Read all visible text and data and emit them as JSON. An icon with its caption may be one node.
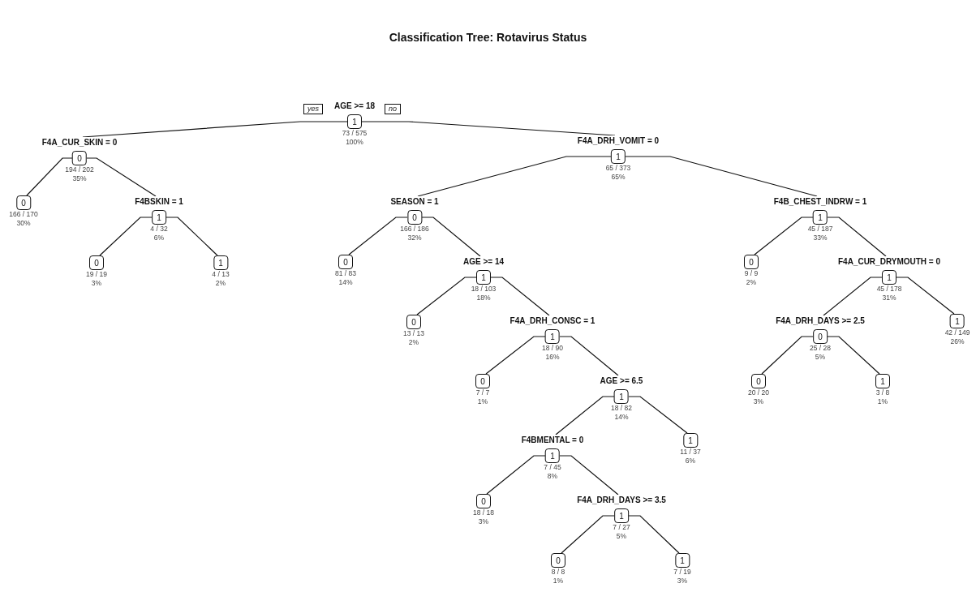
{
  "diagram": {
    "title": "Classification Tree: Rotavirus Status",
    "nodes": [
      {
        "text": [
          "AGE >= 18",
          "1",
          "73 / 575",
          "100%"
        ]
      },
      {
        "text": [
          "F4A_CUR_SKIN = 0",
          "0",
          "194 / 202",
          "35%"
        ]
      },
      {
        "text": [
          "0",
          "166 / 170",
          "30%"
        ]
      },
      {
        "text": [
          "F4BSKIN = 1",
          "1",
          "4 / 32",
          "6%"
        ]
      },
      {
        "text": [
          "0",
          "19 / 19",
          "3%"
        ]
      },
      {
        "text": [
          "1",
          "4 / 13",
          "2%"
        ]
      },
      {
        "text": [
          "F4A_DRH_VOMIT = 0",
          "1",
          "65 / 373",
          "65%"
        ]
      },
      {
        "text": [
          "SEASON = 1",
          "0",
          "166 / 186",
          "32%"
        ]
      },
      {
        "text": [
          "0",
          "81 / 83",
          "14%"
        ]
      },
      {
        "text": [
          "AGE >= 14",
          "1",
          "18 / 103",
          "18%"
        ]
      },
      {
        "text": [
          "0",
          "13 / 13",
          "2%"
        ]
      },
      {
        "text": [
          "F4A_DRH_CONSC = 1",
          "1",
          "18 / 90",
          "16%"
        ]
      },
      {
        "text": [
          "0",
          "7 / 7",
          "1%"
        ]
      },
      {
        "text": [
          "AGE >= 6.5",
          "1",
          "18 / 82",
          "14%"
        ]
      },
      {
        "text": [
          "F4BMENTAL = 0",
          "1",
          "7 / 45",
          "8%"
        ]
      },
      {
        "text": [
          "0",
          "18 / 18",
          "3%"
        ]
      },
      {
        "text": [
          "F4A_DRH_DAYS >= 3.5",
          "1",
          "7 / 27",
          "5%"
        ]
      },
      {
        "text": [
          "0",
          "8 / 8",
          "1%"
        ]
      },
      {
        "text": [
          "1",
          "7 / 19",
          "3%"
        ]
      },
      {
        "text": [
          "1",
          "11 / 37",
          "6%"
        ]
      },
      {
        "text": [
          "F4B_CHEST_INDRW = 1",
          "1",
          "45 / 187",
          "33%"
        ]
      },
      {
        "text": [
          "0",
          "9 / 9",
          "2%"
        ]
      },
      {
        "text": [
          "F4A_CUR_DRYMOUTH = 0",
          "1",
          "45 / 178",
          "31%"
        ]
      },
      {
        "text": [
          "F4A_DRH_DAYS >= 2.5",
          "0",
          "25 / 28",
          "5%"
        ]
      },
      {
        "text": [
          "0",
          "20 / 20",
          "3%"
        ]
      },
      {
        "text": [
          "1",
          "3 / 8",
          "1%"
        ]
      },
      {
        "text": [
          "1",
          "42 / 149",
          "26%"
        ]
      }
    ],
    "edges": [
      {
        "from": 0,
        "to": 1,
        "arrow": "none"
      },
      {
        "from": 1,
        "to": 2,
        "arrow": "none"
      },
      {
        "from": 1,
        "to": 3,
        "arrow": "none"
      },
      {
        "from": 3,
        "to": 4,
        "arrow": "none"
      },
      {
        "from": 3,
        "to": 5,
        "arrow": "none"
      },
      {
        "from": 0,
        "to": 6,
        "arrow": "none"
      },
      {
        "from": 6,
        "to": 7,
        "arrow": "none"
      },
      {
        "from": 7,
        "to": 8,
        "arrow": "none"
      },
      {
        "from": 7,
        "to": 9,
        "arrow": "none"
      },
      {
        "from": 9,
        "to": 10,
        "arrow": "none"
      },
      {
        "from": 9,
        "to": 11,
        "arrow": "none"
      },
      {
        "from": 11,
        "to": 12,
        "arrow": "none"
      },
      {
        "from": 11,
        "to": 13,
        "arrow": "none"
      },
      {
        "from": 13,
        "to": 14,
        "arrow": "none"
      },
      {
        "from": 14,
        "to": 15,
        "arrow": "none"
      },
      {
        "from": 14,
        "to": 16,
        "arrow": "none"
      },
      {
        "from": 16,
        "to": 17,
        "arrow": "none"
      },
      {
        "from": 16,
        "to": 18,
        "arrow": "none"
      },
      {
        "from": 13,
        "to": 19,
        "arrow": "none"
      },
      {
        "from": 6,
        "to": 20,
        "arrow": "none"
      },
      {
        "from": 20,
        "to": 21,
        "arrow": "none"
      },
      {
        "from": 20,
        "to": 22,
        "arrow": "none"
      },
      {
        "from": 22,
        "to": 23,
        "arrow": "none"
      },
      {
        "from": 23,
        "to": 24,
        "arrow": "none"
      },
      {
        "from": 23,
        "to": 25,
        "arrow": "none"
      },
      {
        "from": 22,
        "to": 26,
        "arrow": "none"
      }
    ],
    "labels": [
      "yes",
      "no"
    ]
  }
}
